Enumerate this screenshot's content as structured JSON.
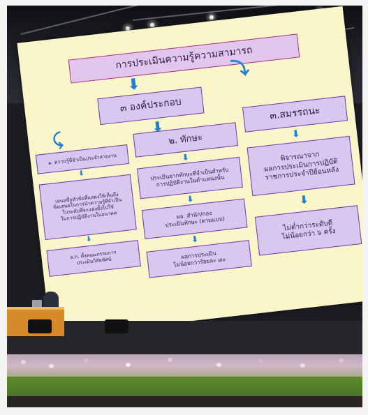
{
  "slide": {
    "title": "การประเมินความรู้ความสามารถ",
    "root": "๓ องค์ประกอบ",
    "col1": {
      "header": "๑. ความรู้ที่จำเป็นประจำสายงาน",
      "step1": "เสนอชื่อหัวข้อที่แสดงให้เห็นถึง\nข้อเสนอในการนำความรู้ที่จำเป็น\nในระดับที่จะแต่งตั้งไปใช้\nในการปฏิบัติงานในอนาคต",
      "step2": "อ.ก. ตั้งคณะกรรมการ\nประเมินวิสัยทัศน์"
    },
    "col2": {
      "header": "๒. ทักษะ",
      "step1": "ประเมินจากทักษะที่จำเป็นสำหรับ\nการปฏิบัติงานในตำแหน่งนั้น",
      "step2": "ผอ. สำนัก/กอง\nประเมินทักษะ (ตามแบบ)",
      "step3": "ผลการประเมิน\nไม่น้อยกว่าร้อยละ ๘๐"
    },
    "col3": {
      "header": "๓.สมรรถนะ",
      "step1": "พิจารณาจาก\nผลการประเมินการปฏิบัติ\nราชการประจำปีย้อนหลัง",
      "step2": "ไม่ต่ำกว่าระดับดี\nไม่น้อยกว่า ๖ ครั้ง"
    }
  },
  "colors": {
    "slide_background": "#fbf6c9",
    "box_fill": "#d8c8f0",
    "box_border": "#6c3aa8",
    "arrow": "#1e7fd8"
  }
}
